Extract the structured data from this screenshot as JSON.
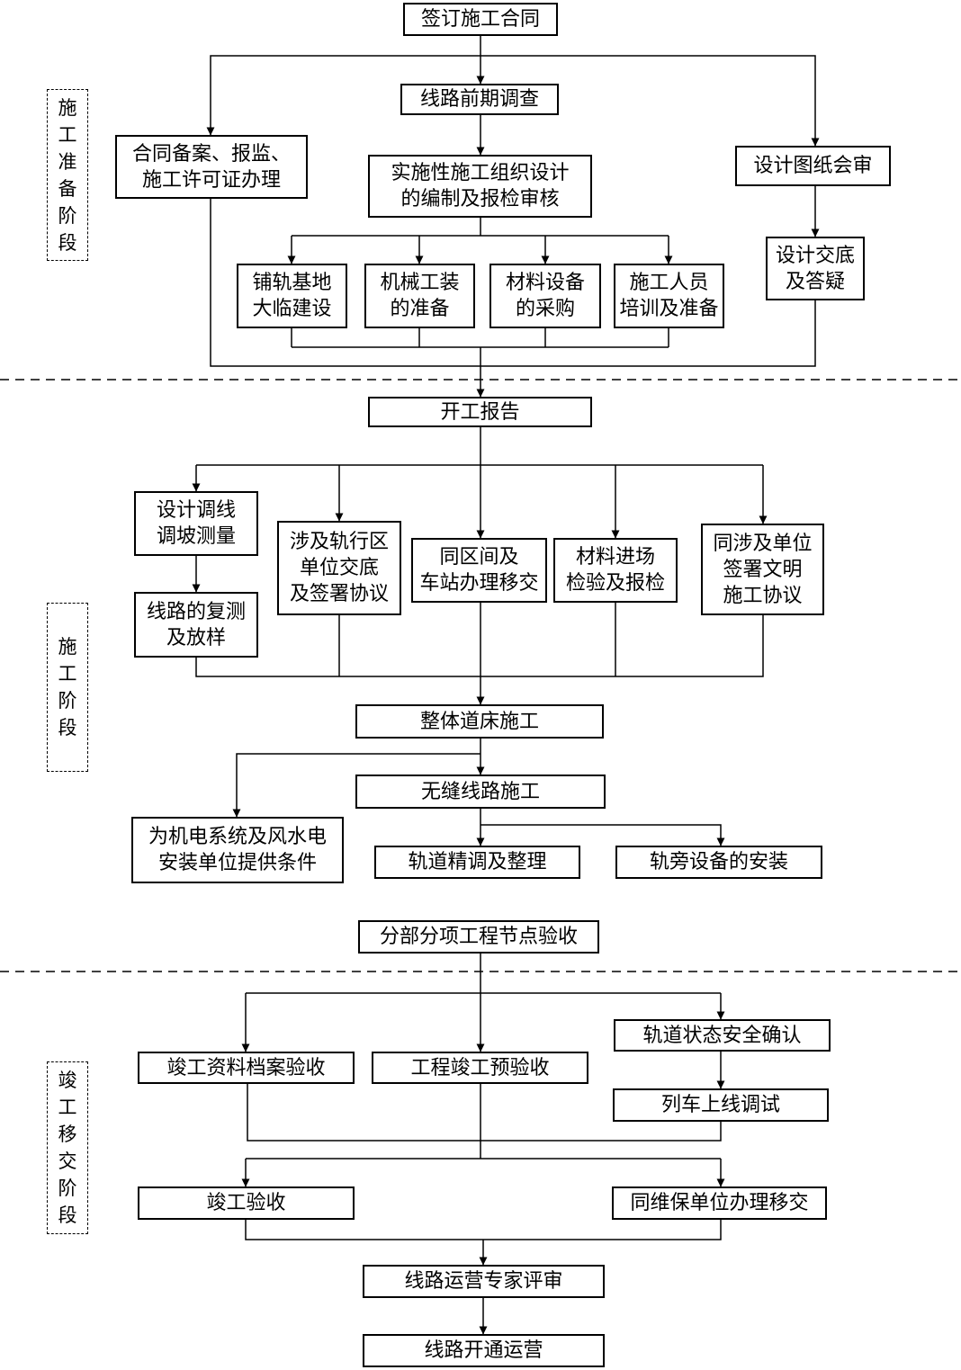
{
  "stages": {
    "prep": "施\n工\n准\n备\n阶\n段",
    "construction": "施\n工\n阶\n段",
    "handover": "竣\n工\n移\n交\n阶\n段"
  },
  "nodes": {
    "sign_contract": "签订施工合同",
    "route_survey": "线路前期调查",
    "contract_filing": "合同备案、报监、\n施工许可证办理",
    "org_design": "实施性施工组织设计\n的编制及报检审核",
    "drawing_review": "设计图纸会审",
    "track_base": "铺轨基地\n大临建设",
    "machinery": "机械工装\n的准备",
    "materials_purchase": "材料设备\n的采购",
    "staff_training": "施工人员\n培训及准备",
    "design_disclosure": "设计交底\n及答疑",
    "start_report": "开工报告",
    "design_adjust": "设计调线\n调坡测量",
    "resurvey": "线路的复测\n及放样",
    "rail_area_units": "涉及轨行区\n单位交底\n及签署协议",
    "station_handover": "同区间及\n车站办理移交",
    "material_inspection": "材料进场\n检验及报检",
    "civil_agreement": "同涉及单位\n签署文明\n施工协议",
    "track_bed": "整体道床施工",
    "cwr": "无缝线路施工",
    "electromech": "为机电系统及风水电\n安装单位提供条件",
    "fine_tuning": "轨道精调及整理",
    "trackside": "轨旁设备的安装",
    "milestone_acceptance": "分部分项工程节点验收",
    "archive_acceptance": "竣工资料档案验收",
    "pre_acceptance": "工程竣工预验收",
    "track_safety": "轨道状态安全确认",
    "train_test": "列车上线调试",
    "completion_acceptance": "竣工验收",
    "maintenance_handover": "同维保单位办理移交",
    "expert_review": "线路运营专家评审",
    "opening": "线路开通运营"
  }
}
